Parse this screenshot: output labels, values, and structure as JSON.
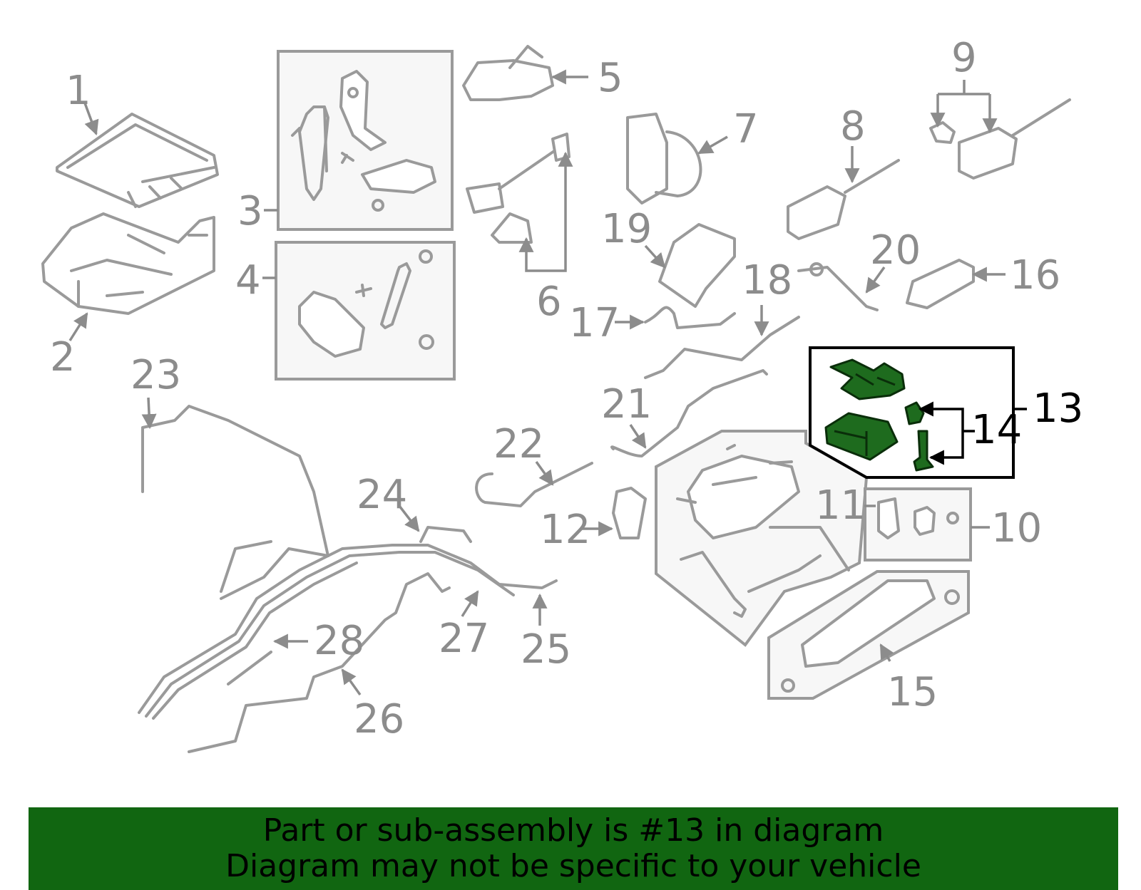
{
  "diagram": {
    "callouts": [
      {
        "id": "1",
        "label": "1"
      },
      {
        "id": "2",
        "label": "2"
      },
      {
        "id": "3",
        "label": "3"
      },
      {
        "id": "4",
        "label": "4"
      },
      {
        "id": "5",
        "label": "5"
      },
      {
        "id": "6",
        "label": "6"
      },
      {
        "id": "7",
        "label": "7"
      },
      {
        "id": "8",
        "label": "8"
      },
      {
        "id": "9",
        "label": "9"
      },
      {
        "id": "10",
        "label": "10"
      },
      {
        "id": "11",
        "label": "11"
      },
      {
        "id": "12",
        "label": "12"
      },
      {
        "id": "13",
        "label": "13"
      },
      {
        "id": "14",
        "label": "14"
      },
      {
        "id": "15",
        "label": "15"
      },
      {
        "id": "16",
        "label": "16"
      },
      {
        "id": "17",
        "label": "17"
      },
      {
        "id": "18",
        "label": "18"
      },
      {
        "id": "19",
        "label": "19"
      },
      {
        "id": "20",
        "label": "20"
      },
      {
        "id": "21",
        "label": "21"
      },
      {
        "id": "22",
        "label": "22"
      },
      {
        "id": "23",
        "label": "23"
      },
      {
        "id": "24",
        "label": "24"
      },
      {
        "id": "25",
        "label": "25"
      },
      {
        "id": "26",
        "label": "26"
      },
      {
        "id": "27",
        "label": "27"
      },
      {
        "id": "28",
        "label": "28"
      }
    ],
    "highlighted_part": "13",
    "colors": {
      "highlight": "#1e6b1e",
      "outline": "#9a9a9a",
      "banner": "#116611"
    }
  },
  "banner": {
    "line1": "Part or sub-assembly is #13 in diagram",
    "line2": "Diagram may not be specific to your vehicle"
  }
}
